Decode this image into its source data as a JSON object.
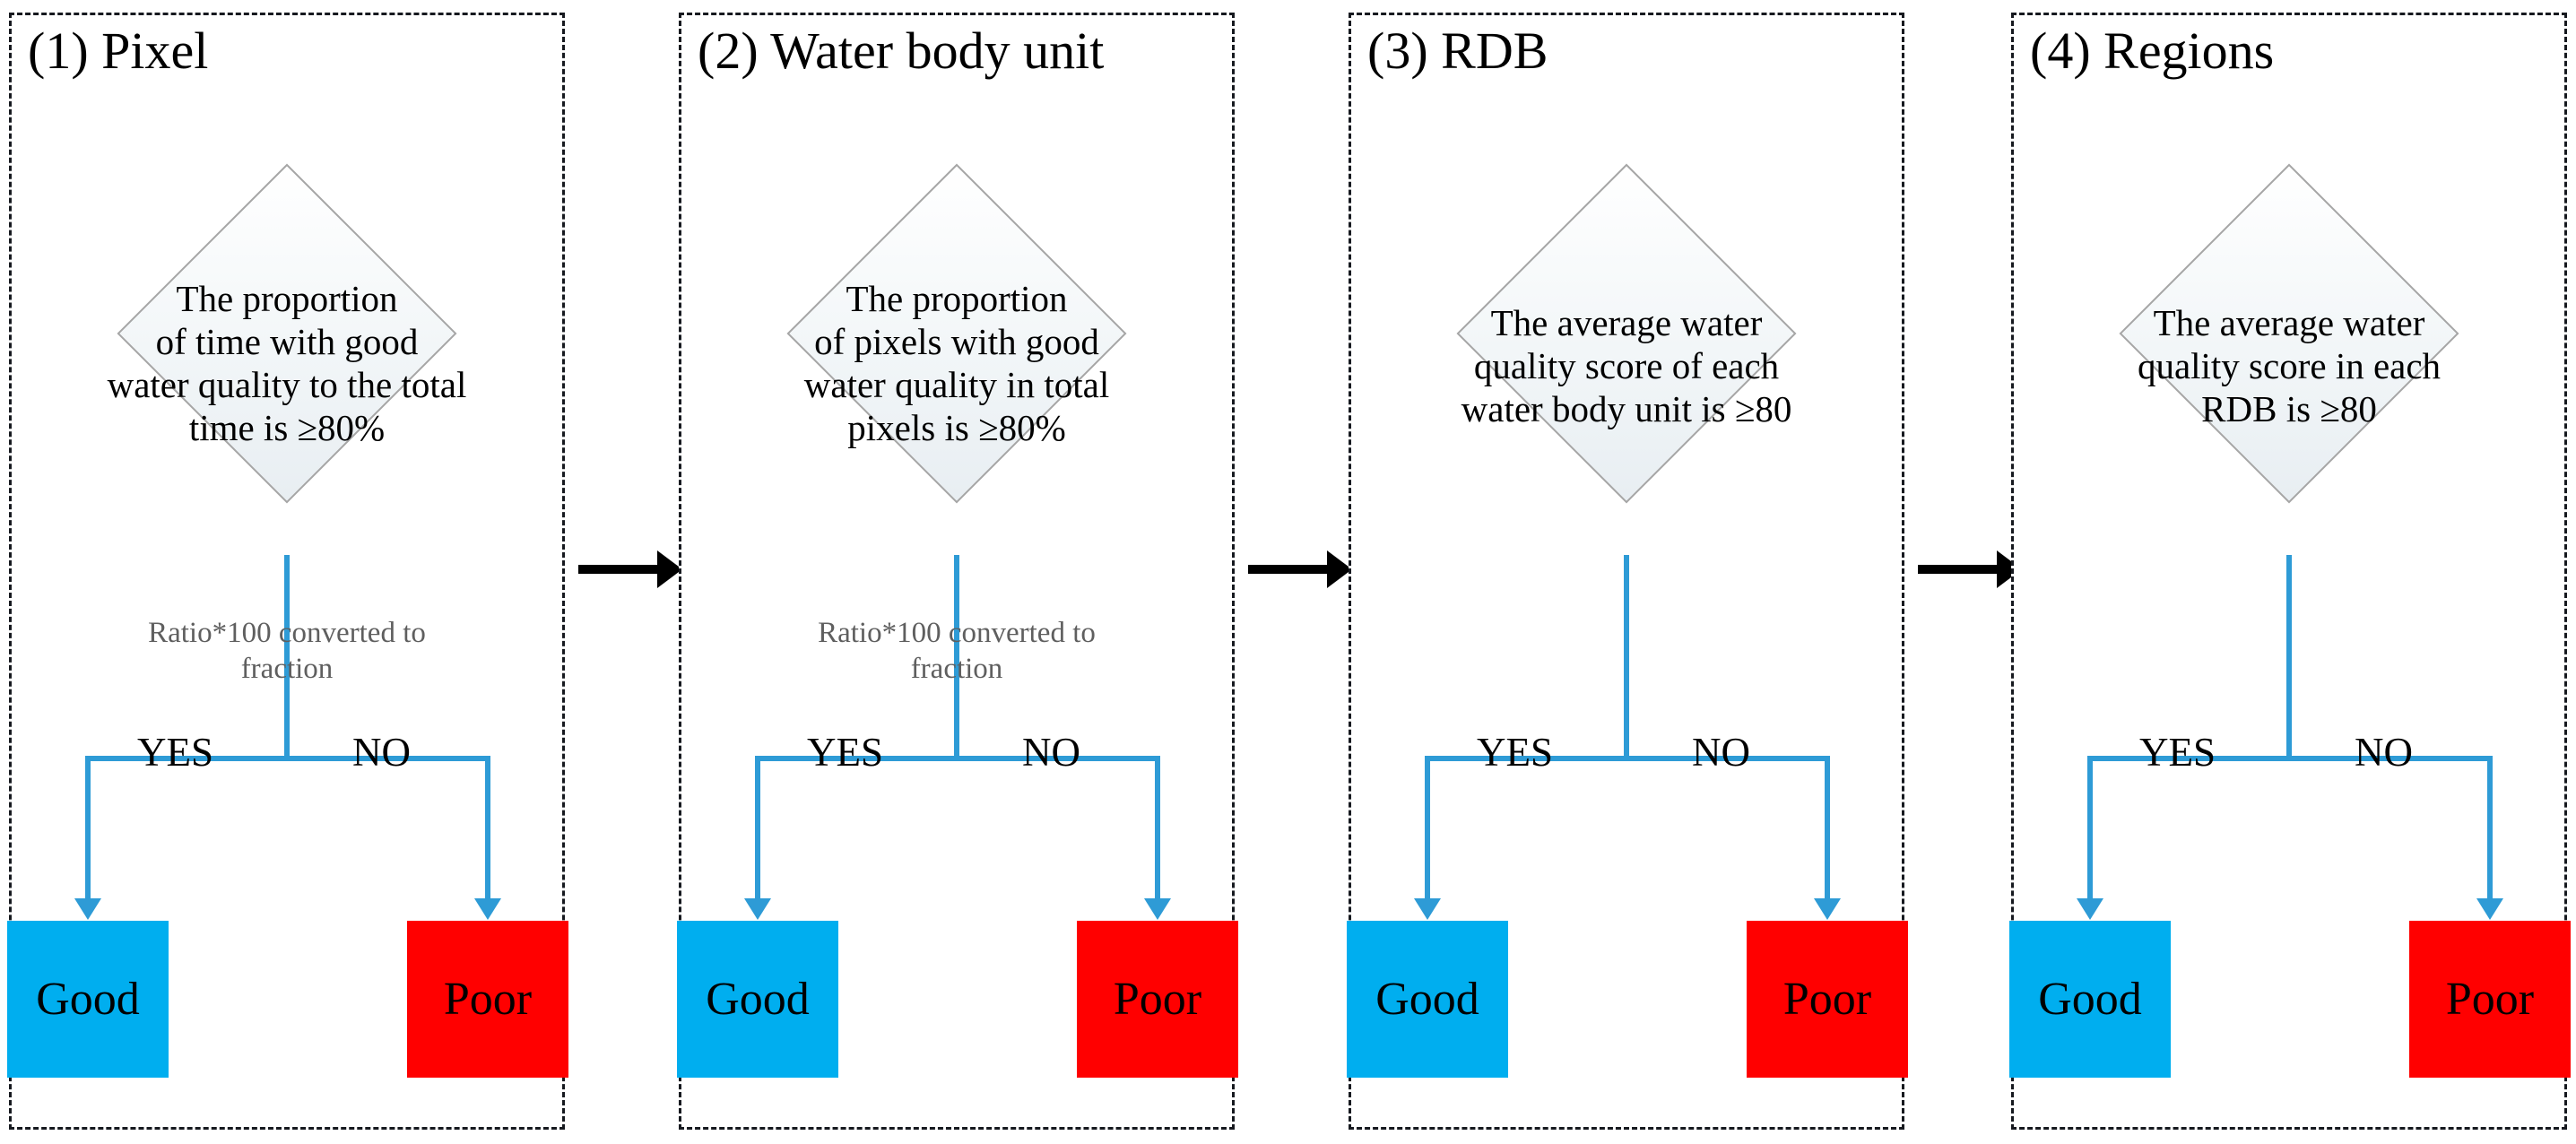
{
  "figure": {
    "type": "flowchart",
    "description": "Four-stage water quality classification decision flowchart",
    "colors": {
      "good": "#00AEEF",
      "poor": "#FF0000",
      "connector": "#2e9bd6",
      "diamond_border": "#a6a6a6",
      "panel_border": "#16191f",
      "note_text": "#5f5f5f"
    }
  },
  "panels": [
    {
      "title": "(1) Pixel",
      "condition": "The proportion\nof time with good\nwater quality to the total\ntime is ≥80%",
      "note": "Ratio*100 converted to\nfraction",
      "yes_label": "YES",
      "no_label": "NO",
      "yes_outcome": "Good",
      "no_outcome": "Poor"
    },
    {
      "title": "(2) Water body unit",
      "condition": "The proportion\nof pixels with good\nwater quality in total\npixels is  ≥80%",
      "note": "Ratio*100 converted to\nfraction",
      "yes_label": "YES",
      "no_label": "NO",
      "yes_outcome": "Good",
      "no_outcome": "Poor"
    },
    {
      "title": "(3) RDB",
      "condition": "The average water\nquality score of each\nwater body unit is  ≥80",
      "note": "",
      "yes_label": "YES",
      "no_label": "NO",
      "yes_outcome": "Good",
      "no_outcome": "Poor"
    },
    {
      "title": "(4) Regions",
      "condition": "The average water\nquality score in each\nRDB is  ≥80",
      "note": "",
      "yes_label": "YES",
      "no_label": "NO",
      "yes_outcome": "Good",
      "no_outcome": "Poor"
    }
  ],
  "flow_arrows": [
    {
      "from": "(1) Pixel",
      "to": "(2) Water body unit"
    },
    {
      "from": "(2) Water body unit",
      "to": "(3) RDB"
    },
    {
      "from": "(3) RDB",
      "to": "(4) Regions"
    }
  ]
}
